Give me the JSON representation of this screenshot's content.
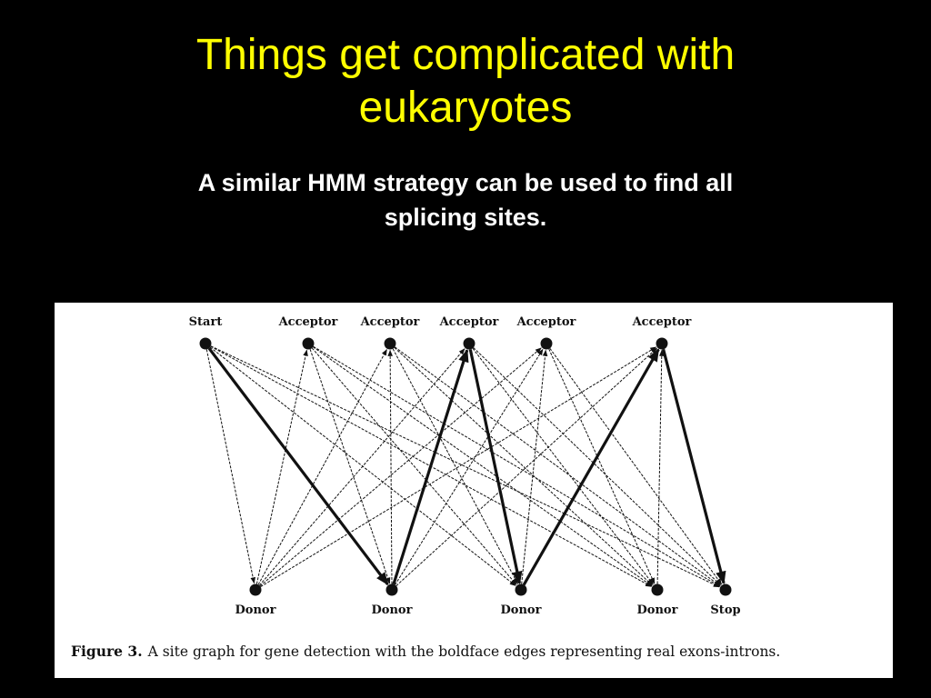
{
  "slide": {
    "title_lines": [
      "Things get complicated with",
      "eukaryotes"
    ],
    "subtitle_lines": [
      "A similar HMM strategy can be used to find all",
      "splicing sites."
    ]
  },
  "figure": {
    "top_nodes": [
      {
        "id": "start",
        "label": "Start"
      },
      {
        "id": "a1",
        "label": "Acceptor"
      },
      {
        "id": "a2",
        "label": "Acceptor"
      },
      {
        "id": "a3",
        "label": "Acceptor"
      },
      {
        "id": "a4",
        "label": "Acceptor"
      },
      {
        "id": "a5",
        "label": "Acceptor"
      }
    ],
    "bottom_nodes": [
      {
        "id": "d1",
        "label": "Donor"
      },
      {
        "id": "d2",
        "label": "Donor"
      },
      {
        "id": "d3",
        "label": "Donor"
      },
      {
        "id": "d4",
        "label": "Donor"
      },
      {
        "id": "stop",
        "label": "Stop"
      }
    ],
    "edges": [
      {
        "from": "start",
        "to": "d1"
      },
      {
        "from": "start",
        "to": "d2",
        "bold": true
      },
      {
        "from": "start",
        "to": "d3"
      },
      {
        "from": "start",
        "to": "d4"
      },
      {
        "from": "start",
        "to": "stop"
      },
      {
        "from": "a1",
        "to": "d2"
      },
      {
        "from": "a1",
        "to": "d3"
      },
      {
        "from": "a1",
        "to": "d4"
      },
      {
        "from": "a1",
        "to": "stop"
      },
      {
        "from": "a2",
        "to": "d3"
      },
      {
        "from": "a2",
        "to": "d4"
      },
      {
        "from": "a2",
        "to": "stop"
      },
      {
        "from": "a3",
        "to": "d3",
        "bold": true
      },
      {
        "from": "a3",
        "to": "d4"
      },
      {
        "from": "a3",
        "to": "stop"
      },
      {
        "from": "a4",
        "to": "d4"
      },
      {
        "from": "a4",
        "to": "stop"
      },
      {
        "from": "a5",
        "to": "stop",
        "bold": true
      },
      {
        "from": "d1",
        "to": "a1"
      },
      {
        "from": "d1",
        "to": "a2"
      },
      {
        "from": "d1",
        "to": "a3"
      },
      {
        "from": "d1",
        "to": "a4"
      },
      {
        "from": "d1",
        "to": "a5"
      },
      {
        "from": "d2",
        "to": "a2"
      },
      {
        "from": "d2",
        "to": "a3",
        "bold": true
      },
      {
        "from": "d2",
        "to": "a4"
      },
      {
        "from": "d2",
        "to": "a5"
      },
      {
        "from": "d3",
        "to": "a4"
      },
      {
        "from": "d3",
        "to": "a5",
        "bold": true
      },
      {
        "from": "d4",
        "to": "a5"
      }
    ],
    "caption_label": "Figure 3.",
    "caption_text": "A site graph for gene detection with the boldface edges representing real exons-introns."
  },
  "colors": {
    "background": "#000000",
    "title": "#ffff00",
    "subtitle": "#ffffff",
    "figure_background": "#ffffff",
    "ink": "#111111"
  }
}
